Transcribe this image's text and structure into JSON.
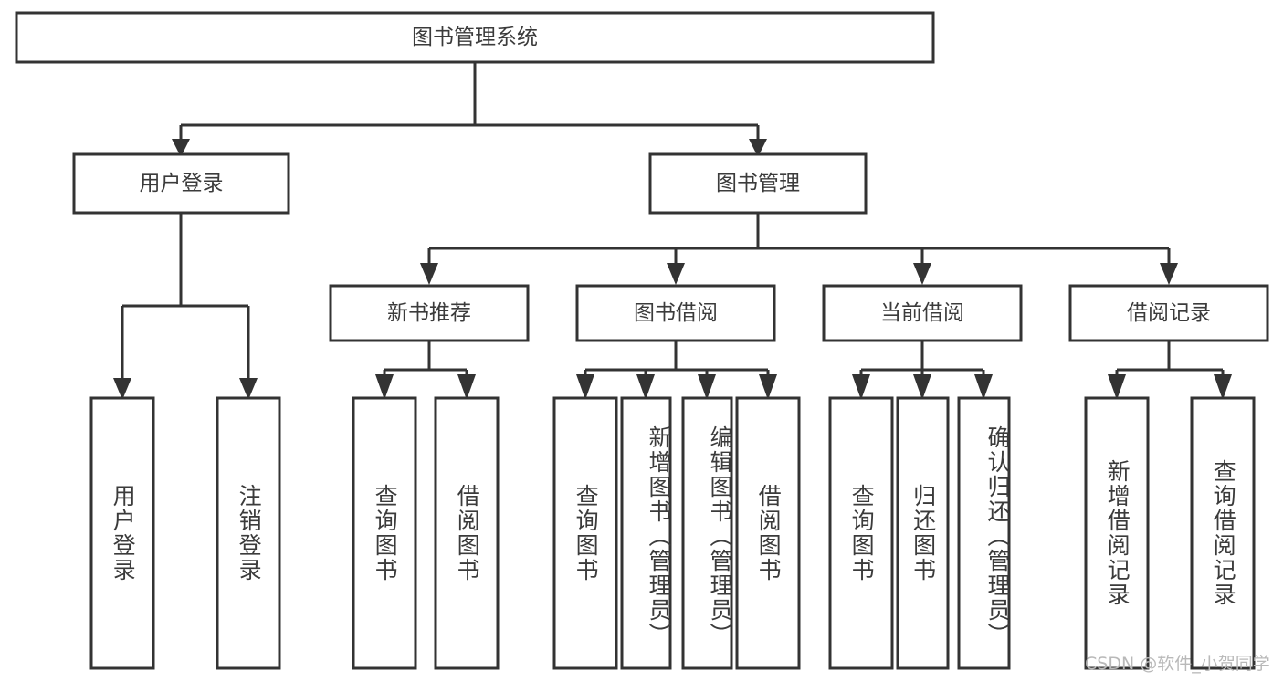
{
  "diagram": {
    "type": "tree",
    "title": "图书管理系统",
    "watermark": "CSDN @软件_小贺同学",
    "colors": {
      "box_stroke": "#333333",
      "box_fill": "#ffffff",
      "text": "#3b3b3b",
      "background": "#ffffff",
      "watermark": "#b9b9b9"
    },
    "nodes": {
      "root": {
        "label": "图书管理系统"
      },
      "level2": [
        {
          "label": "用户登录"
        },
        {
          "label": "图书管理"
        }
      ],
      "level3": [
        {
          "label": "新书推荐"
        },
        {
          "label": "图书借阅"
        },
        {
          "label": "当前借阅"
        },
        {
          "label": "借阅记录"
        }
      ],
      "leaves": [
        {
          "label": "用户登录",
          "parent": "用户登录"
        },
        {
          "label": "注销登录",
          "parent": "用户登录"
        },
        {
          "label": "查询图书",
          "parent": "新书推荐"
        },
        {
          "label": "借阅图书",
          "parent": "新书推荐"
        },
        {
          "label": "查询图书",
          "parent": "图书借阅"
        },
        {
          "label": "新增图书（管理员）",
          "parent": "图书借阅"
        },
        {
          "label": "编辑图书（管理员）",
          "parent": "图书借阅"
        },
        {
          "label": "借阅图书",
          "parent": "图书借阅"
        },
        {
          "label": "查询图书",
          "parent": "当前借阅"
        },
        {
          "label": "归还图书",
          "parent": "当前借阅"
        },
        {
          "label": "确认归还（管理员）",
          "parent": "当前借阅"
        },
        {
          "label": "新增借阅记录",
          "parent": "借阅记录"
        },
        {
          "label": "查询借阅记录",
          "parent": "借阅记录"
        }
      ]
    }
  }
}
